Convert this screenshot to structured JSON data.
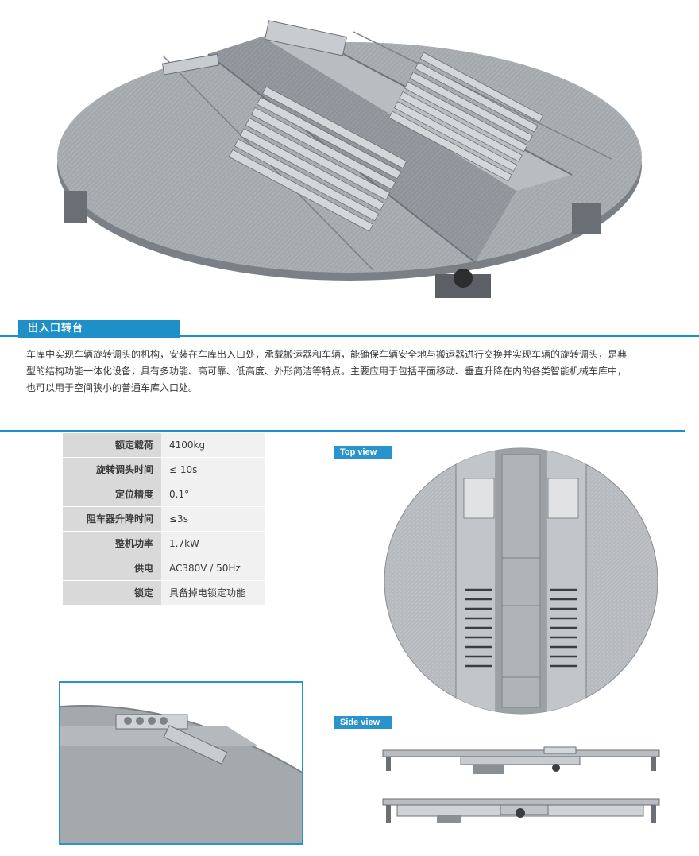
{
  "section": {
    "title": "出入口转台",
    "description": "车库中实现车辆旋转调头的机构，安装在车库出入口处，承载搬运器和车辆，能确保车辆安全地与搬运器进行交换并实现车辆的旋转调头，是典型的结构功能一体化设备，具有多功能、高可靠、低高度、外形简洁等特点。主要应用于包括平面移动、垂直升降在内的各类智能机械车库中，也可以用于空间狭小的普通车库入口处。"
  },
  "specs": [
    {
      "label": "额定载荷",
      "value": "4100kg"
    },
    {
      "label": "旋转调头时间",
      "value": "≤ 10s"
    },
    {
      "label": "定位精度",
      "value": "0.1°"
    },
    {
      "label": "阻车器升降时间",
      "value": "≤3s"
    },
    {
      "label": "整机功率",
      "value": "1.7kW"
    },
    {
      "label": "供电",
      "value": "AC380V / 50Hz"
    },
    {
      "label": "锁定",
      "value": "具备掉电锁定功能"
    }
  ],
  "views": {
    "top_label": "Top view",
    "side_label": "Side view"
  },
  "colors": {
    "accent": "#1f8fc8",
    "plate": "#a8adb2",
    "plate_dark": "#8e9399",
    "frame": "#c4c8cc"
  }
}
